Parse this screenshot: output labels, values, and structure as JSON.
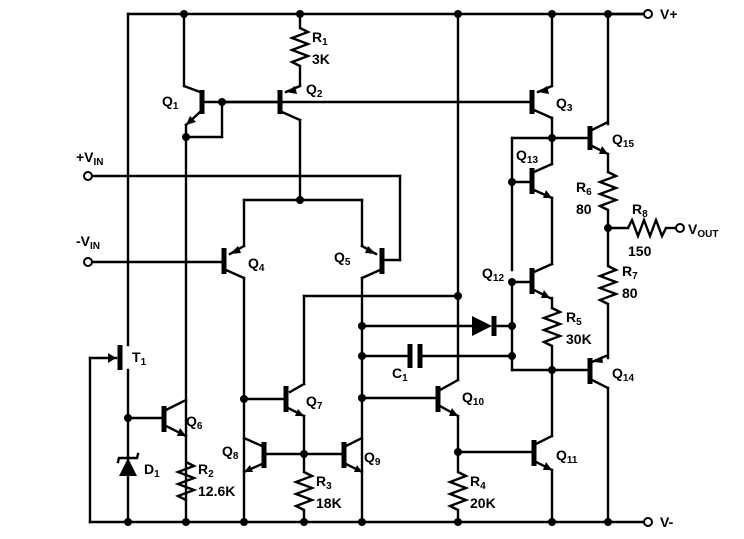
{
  "labels": {
    "vplus": "V+",
    "vminus": "V-",
    "vout": "V",
    "vout_sub": "OUT",
    "vin_pos": "+V",
    "vin_pos_sub": "IN",
    "vin_neg": "-V",
    "vin_neg_sub": "IN"
  },
  "transistors": [
    {
      "id": "q1",
      "letter": "Q",
      "sub": "1"
    },
    {
      "id": "q2",
      "letter": "Q",
      "sub": "2"
    },
    {
      "id": "q3",
      "letter": "Q",
      "sub": "3"
    },
    {
      "id": "q4",
      "letter": "Q",
      "sub": "4"
    },
    {
      "id": "q5",
      "letter": "Q",
      "sub": "5"
    },
    {
      "id": "q6",
      "letter": "Q",
      "sub": "6"
    },
    {
      "id": "q7",
      "letter": "Q",
      "sub": "7"
    },
    {
      "id": "q8",
      "letter": "Q",
      "sub": "8"
    },
    {
      "id": "q9",
      "letter": "Q",
      "sub": "9"
    },
    {
      "id": "q10",
      "letter": "Q",
      "sub": "10"
    },
    {
      "id": "q11",
      "letter": "Q",
      "sub": "11"
    },
    {
      "id": "q12",
      "letter": "Q",
      "sub": "12"
    },
    {
      "id": "q13",
      "letter": "Q",
      "sub": "13"
    },
    {
      "id": "q14",
      "letter": "Q",
      "sub": "14"
    },
    {
      "id": "q15",
      "letter": "Q",
      "sub": "15"
    },
    {
      "id": "t1",
      "letter": "T",
      "sub": "1"
    }
  ],
  "resistors": [
    {
      "id": "r1",
      "letter": "R",
      "sub": "1",
      "value": "3K"
    },
    {
      "id": "r2",
      "letter": "R",
      "sub": "2",
      "value": "12.6K"
    },
    {
      "id": "r3",
      "letter": "R",
      "sub": "3",
      "value": "18K"
    },
    {
      "id": "r4",
      "letter": "R",
      "sub": "4",
      "value": "20K"
    },
    {
      "id": "r5",
      "letter": "R",
      "sub": "5",
      "value": "30K"
    },
    {
      "id": "r6",
      "letter": "R",
      "sub": "6",
      "value": "80"
    },
    {
      "id": "r7",
      "letter": "R",
      "sub": "7",
      "value": "80"
    },
    {
      "id": "r8",
      "letter": "R",
      "sub": "8",
      "value": "150"
    }
  ],
  "others": [
    {
      "id": "c1",
      "letter": "C",
      "sub": "1"
    },
    {
      "id": "d1",
      "letter": "D",
      "sub": "1"
    }
  ]
}
